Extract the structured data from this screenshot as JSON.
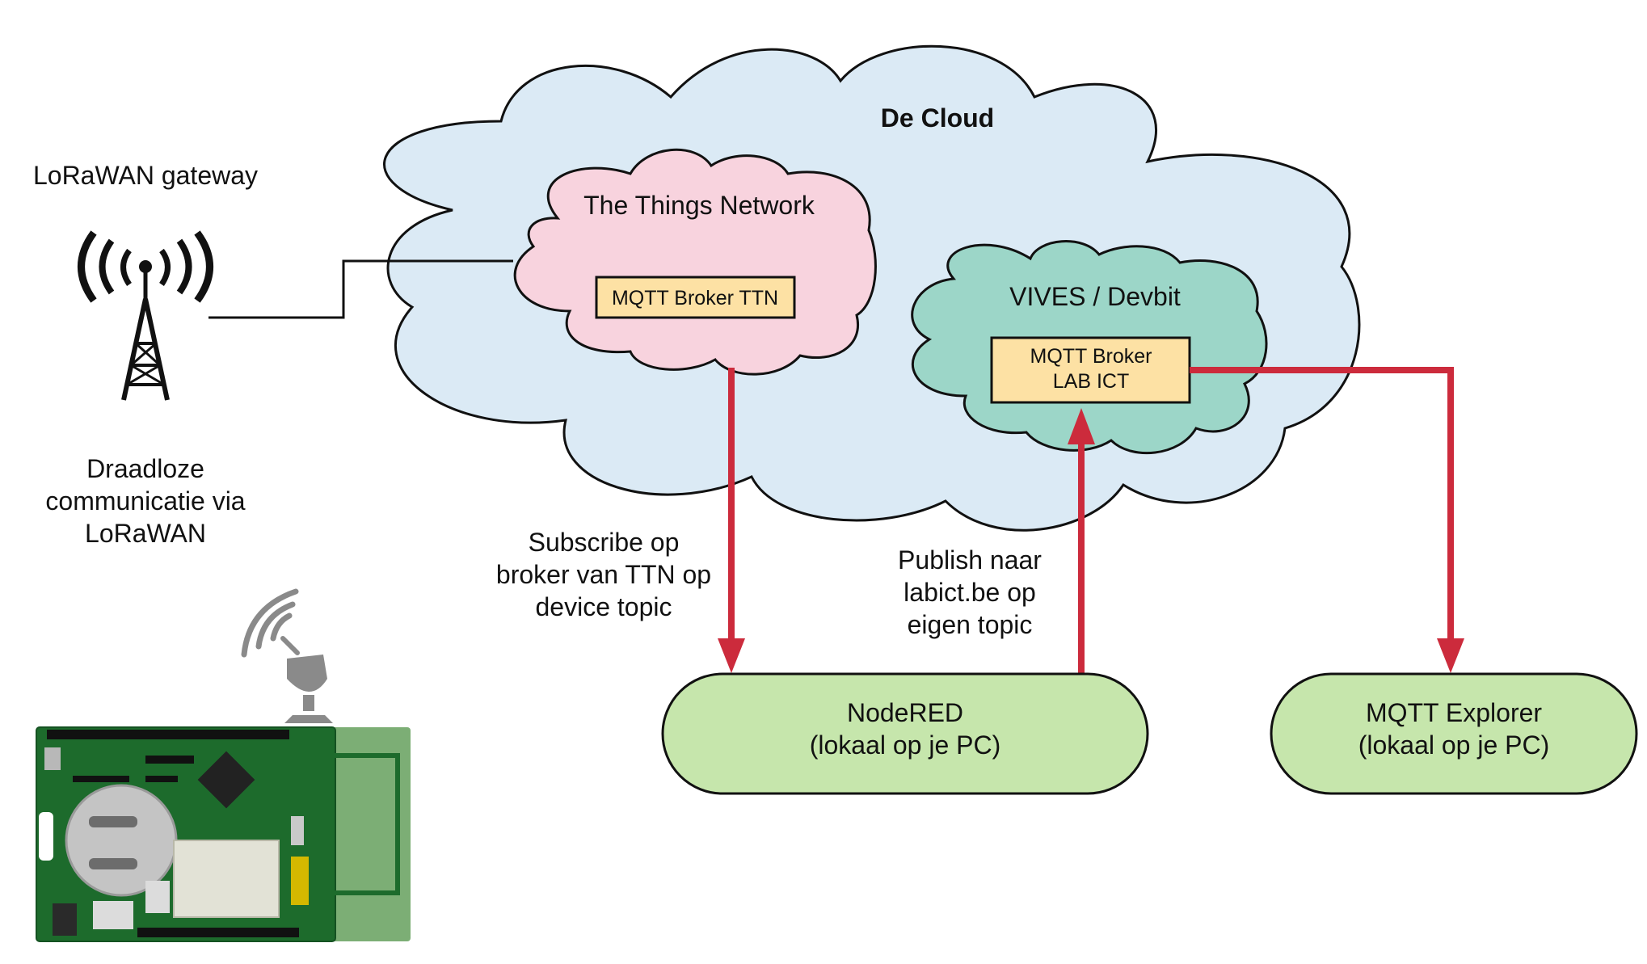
{
  "gateway": {
    "label": "LoRaWAN gateway",
    "icon": "radio-tower-icon",
    "wireless_text": [
      "Draadloze",
      "communicatie via",
      "LoRaWAN"
    ]
  },
  "device": {
    "icon": "satellite-dish-icon",
    "board": "iot-board-image"
  },
  "cloud": {
    "title": "De Cloud",
    "ttn": {
      "title": "The Things Network",
      "broker": "MQTT Broker TTN"
    },
    "vives": {
      "title": "VIVES / Devbit",
      "broker": [
        "MQTT Broker",
        "LAB ICT"
      ]
    }
  },
  "annotations": {
    "subscribe": [
      "Subscribe op",
      "broker van TTN op",
      "device topic"
    ],
    "publish": [
      "Publish naar",
      "labict.be op",
      "eigen topic"
    ]
  },
  "clients": {
    "nodered": [
      "NodeRED",
      "(lokaal op je PC)"
    ],
    "explorer": [
      "MQTT Explorer",
      "(lokaal op je PC)"
    ]
  },
  "colors": {
    "cloud": "#dbeaf5",
    "ttn_cloud": "#f8d3de",
    "vives_cloud": "#9cd6c8",
    "broker": "#fde1a4",
    "client": "#c6e6ac",
    "arrow": "#cc2b3c",
    "pcb": "#1d6b2c"
  }
}
